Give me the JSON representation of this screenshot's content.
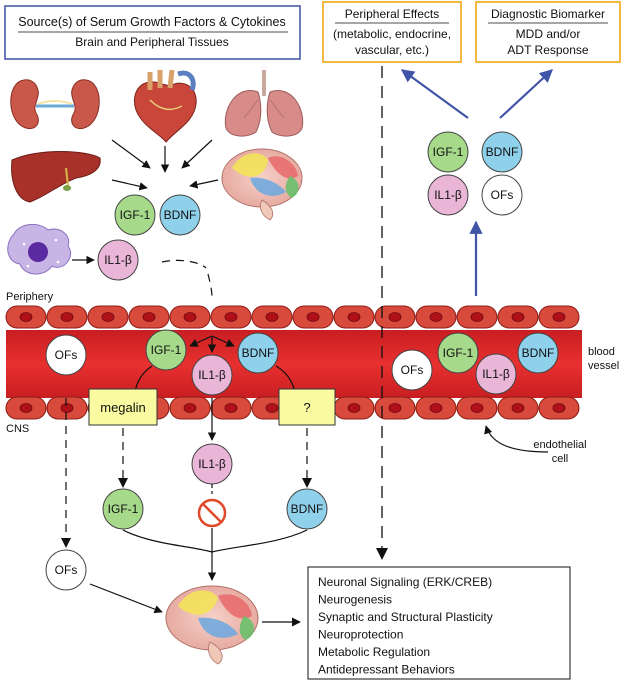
{
  "sources_box": {
    "title": "Source(s) of Serum Growth Factors & Cytokines",
    "subtitle": "Brain and Peripheral Tissues"
  },
  "peripheral_effects_box": {
    "title": "Peripheral Effects",
    "line1": "(metabolic, endocrine,",
    "line2": "vascular, etc.)"
  },
  "biomarker_box": {
    "title": "Diagnostic Biomarker",
    "line1": "MDD and/or",
    "line2": "ADT Response"
  },
  "factors": {
    "igf1": "IGF-1",
    "bdnf": "BDNF",
    "il1b": "IL1-β",
    "ofs": "OFs"
  },
  "transporters": {
    "megalin": "megalin",
    "unknown": "?"
  },
  "labels": {
    "periphery": "Periphery",
    "cns": "CNS",
    "blood_vessel_1": "blood",
    "blood_vessel_2": "vessel",
    "endothelial_1": "endothelial",
    "endothelial_2": "cell"
  },
  "outcomes": [
    "Neuronal Signaling (ERK/CREB)",
    "Neurogenesis",
    "Synaptic and Structural Plasticity",
    "Neuroprotection",
    "Metabolic Regulation",
    "Antidepressant Behaviors"
  ],
  "colors": {
    "igf1": "#a6d98a",
    "bdnf": "#8fd0ea",
    "il1b": "#e9b6d8",
    "vessel": "#e0262a",
    "endothelial": "#d84a3c",
    "source_box_border": "#4a5aa8",
    "effect_box_border": "#f0b030",
    "arrow_blue": "#4055a8"
  },
  "icons": [
    "kidneys-icon",
    "heart-icon",
    "lungs-icon",
    "liver-icon",
    "brain-icon",
    "immune-cell-icon",
    "blocked-icon"
  ]
}
